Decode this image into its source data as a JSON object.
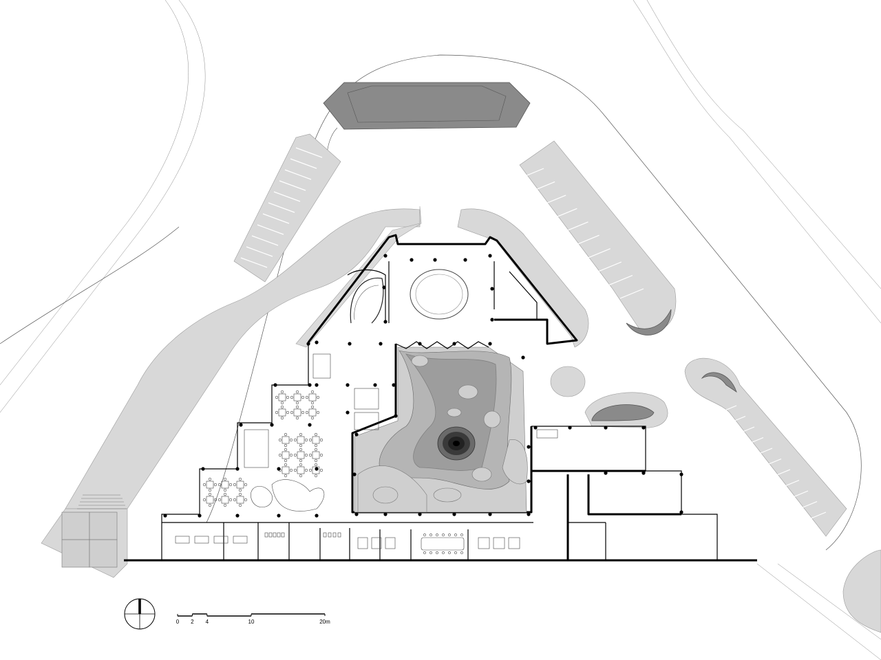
{
  "drawing": {
    "scale_bar": {
      "ticks": [
        {
          "label": "0",
          "value": 0
        },
        {
          "label": "2",
          "value": 2
        },
        {
          "label": "4",
          "value": 4
        },
        {
          "label": "10",
          "value": 10
        },
        {
          "label": "20m",
          "value": 20
        }
      ]
    },
    "icons": {
      "north": "north-arrow-icon"
    },
    "colors": {
      "paving": "#d8d8d8",
      "water": "#8a8a8a",
      "wall": "#000000",
      "landscape_mid": "#b5b5b5"
    }
  }
}
